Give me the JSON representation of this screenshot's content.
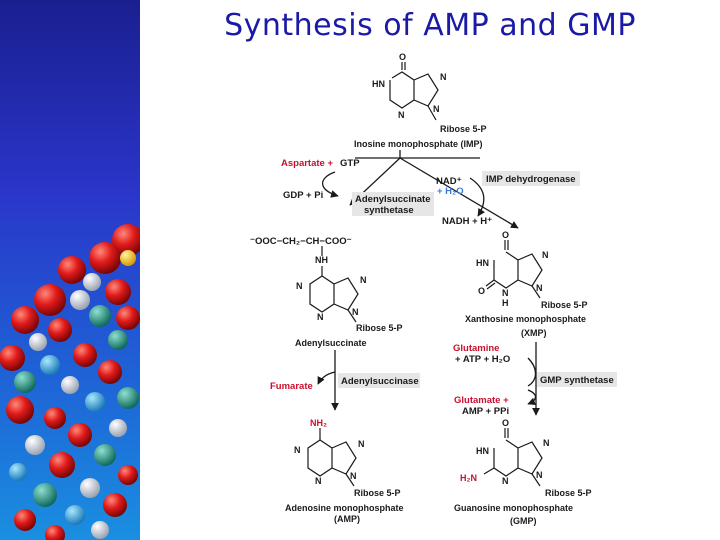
{
  "slide": {
    "title": "Synthesis of AMP and GMP"
  },
  "structures": {
    "imp": {
      "o": "O",
      "hn": "HN",
      "n7": "N",
      "n1": "N",
      "n9": "N",
      "ribose": "Ribose 5-P",
      "name": "Inosine monophosphate (IMP)"
    },
    "succ": {
      "chain": "⁻OOC−CH₂−CH−COO⁻",
      "nh": "NH",
      "n1": "N",
      "n3": "N",
      "n7": "N",
      "n9": "N",
      "ribose": "Ribose 5-P",
      "name": "Adenylsuccinate"
    },
    "xmp": {
      "o1": "O",
      "hn": "HN",
      "o2": "O",
      "n7": "N",
      "nh": "N",
      "h": "H",
      "n9": "N",
      "ribose": "Ribose 5-P",
      "name": "Xanthosine monophosphate",
      "abbr": "(XMP)"
    },
    "amp": {
      "nh2": "NH₂",
      "n1": "N",
      "n3": "N",
      "n7": "N",
      "n9": "N",
      "ribose": "Ribose 5-P",
      "name": "Adenosine monophosphate",
      "abbr": "(AMP)"
    },
    "gmp": {
      "o": "O",
      "hn": "HN",
      "h2n": "H₂N",
      "n3": "N",
      "n7": "N",
      "n9": "N",
      "ribose": "Ribose 5-P",
      "name": "Guanosine monophosphate",
      "abbr": "(GMP)"
    }
  },
  "left_branch": {
    "aspartate": "Aspartate +",
    "gtp": "GTP",
    "gdp": "GDP + Pi",
    "enzyme1_line1": "Adenylsuccinate",
    "enzyme1_line2": "synthetase",
    "fumarate": "Fumarate",
    "enzyme2": "Adenylsuccinase"
  },
  "right_branch": {
    "nad": "NAD⁺",
    "h2o": "+ H₂O",
    "nadh": "NADH + H⁺",
    "enzyme1": "IMP dehydrogenase",
    "glutamine": "Glutamine",
    "atp": "+ ATP + H₂O",
    "enzyme2": "GMP synthetase",
    "glutamate": "Glutamate +",
    "amp_ppi": "AMP + PPi"
  }
}
